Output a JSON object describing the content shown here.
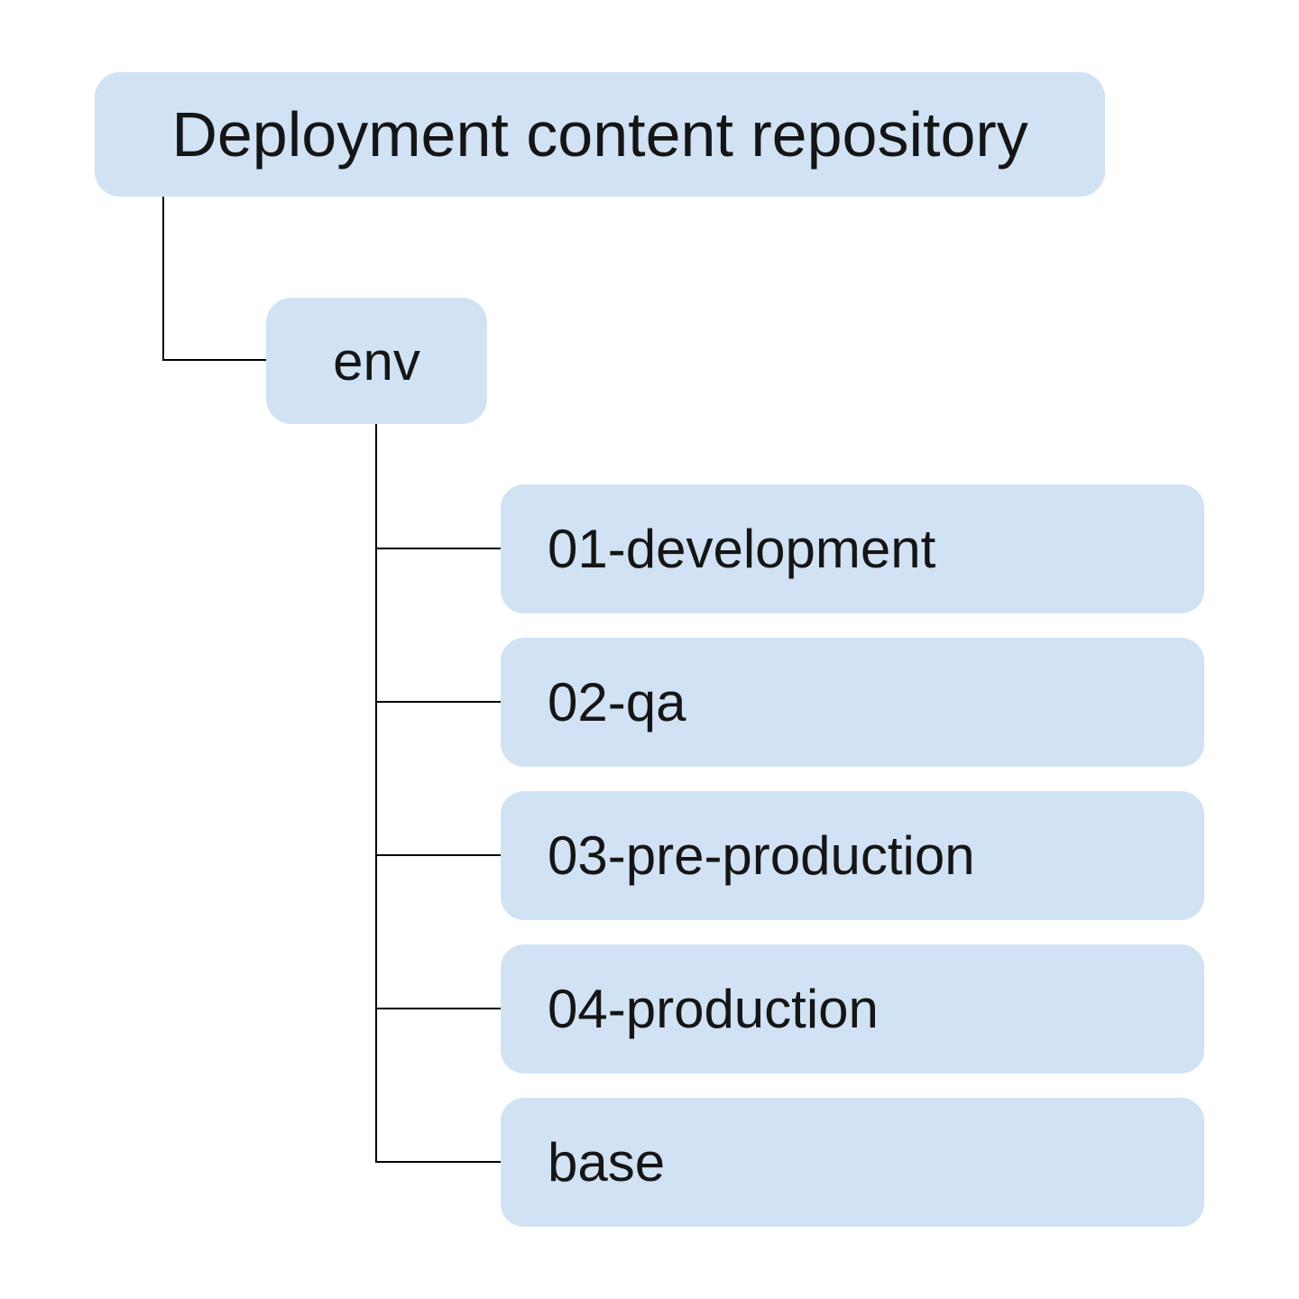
{
  "diagram": {
    "type": "tree",
    "colors": {
      "node_fill": "#d0e2f3",
      "connector": "#000000",
      "text": "#151515",
      "background": "#ffffff"
    },
    "root": {
      "label": "Deployment content repository"
    },
    "env": {
      "label": "env"
    },
    "env_children": [
      {
        "label": "01-development"
      },
      {
        "label": "02-qa"
      },
      {
        "label": "03-pre-production"
      },
      {
        "label": "04-production"
      },
      {
        "label": "base"
      }
    ]
  }
}
